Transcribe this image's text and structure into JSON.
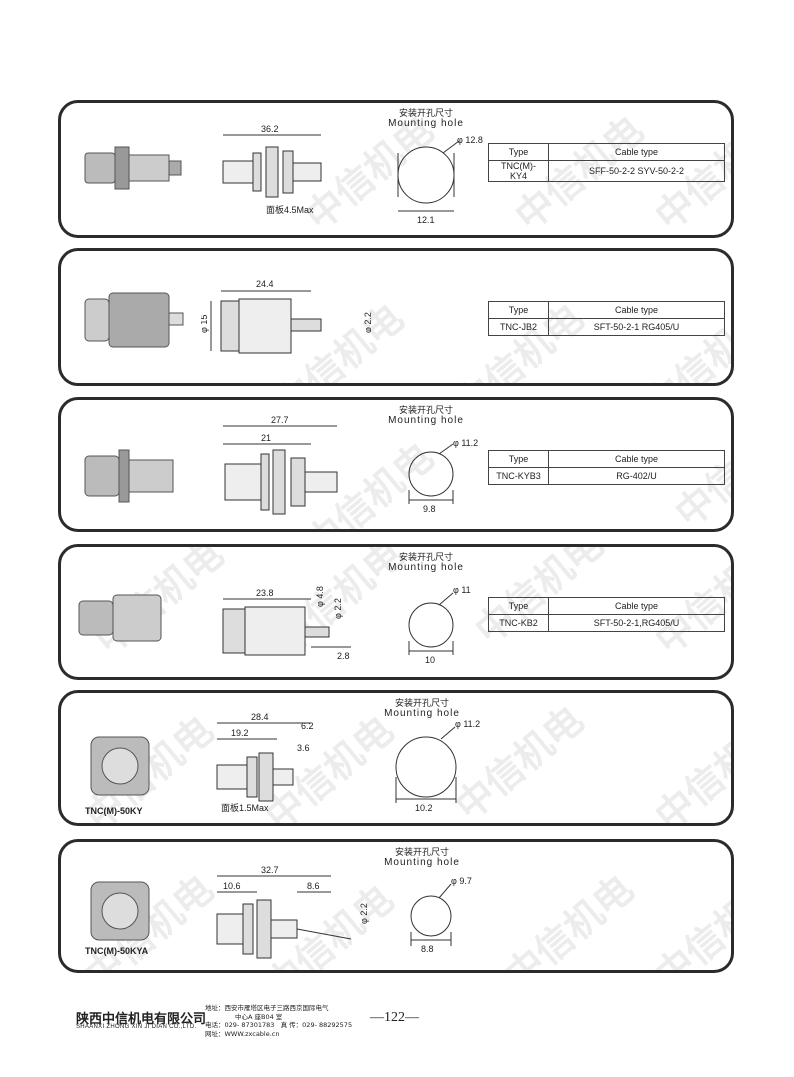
{
  "hole": {
    "cn": "安装开孔尺寸",
    "en": "Mounting hole"
  },
  "table_head": {
    "type": "Type",
    "cable": "Cable type"
  },
  "watermark": "中信机电",
  "panels": [
    {
      "type": "TNC(M)-KY4",
      "cable": "SFF-50-2-2    SYV-50-2-2",
      "dims": [
        "36.2",
        "面板4.5Max"
      ],
      "hole_dia": "φ 12.8",
      "hole_w": "12.1"
    },
    {
      "type": "TNC-JB2",
      "cable": "SFT-50-2-1    RG405/U",
      "dims": [
        "24.4",
        "φ 15",
        "φ 2.2"
      ]
    },
    {
      "type": "TNC-KYB3",
      "cable": "RG-402/U",
      "dims": [
        "27.7",
        "21"
      ],
      "hole_dia": "φ 11.2",
      "hole_w": "9.8"
    },
    {
      "type": "TNC-KB2",
      "cable": "SFT-50-2-1,RG405/U",
      "dims": [
        "23.8",
        "φ 4.8",
        "φ 2.2",
        "2.8"
      ],
      "hole_dia": "φ 11",
      "hole_w": "10"
    },
    {
      "model": "TNC(M)-50KY",
      "dims": [
        "28.4",
        "6.2",
        "19.2",
        "3.6",
        "面板1.5Max"
      ],
      "hole_dia": "φ 11.2",
      "hole_w": "10.2"
    },
    {
      "model": "TNC(M)-50KYA",
      "dims": [
        "32.7",
        "10.6",
        "8.6",
        "φ 2.2"
      ],
      "hole_dia": "φ 9.7",
      "hole_w": "8.8"
    }
  ],
  "footer": {
    "company_cn": "陕西中信机电有限公司",
    "company_en": "SHAANXI ZHONG XIN JI DIAN CO.,LTD.",
    "addr1": "地址：西安市雁塔区电子三路西京国际电气",
    "addr2": "中心A 座B04 室",
    "phone": "电话：029- 87301783",
    "fax": "真 传：029- 88292575",
    "web": "网址：WWW.zxcable.cn",
    "page": "—122—"
  }
}
